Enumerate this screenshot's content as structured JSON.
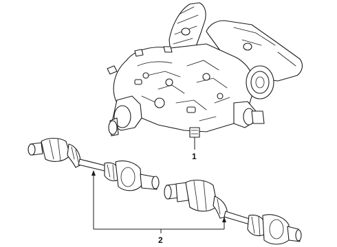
{
  "diagram": {
    "callouts": [
      {
        "id": "1",
        "label": "1",
        "part": "rear-drive-unit"
      },
      {
        "id": "2",
        "label": "2",
        "part": "axle-shafts"
      }
    ]
  }
}
